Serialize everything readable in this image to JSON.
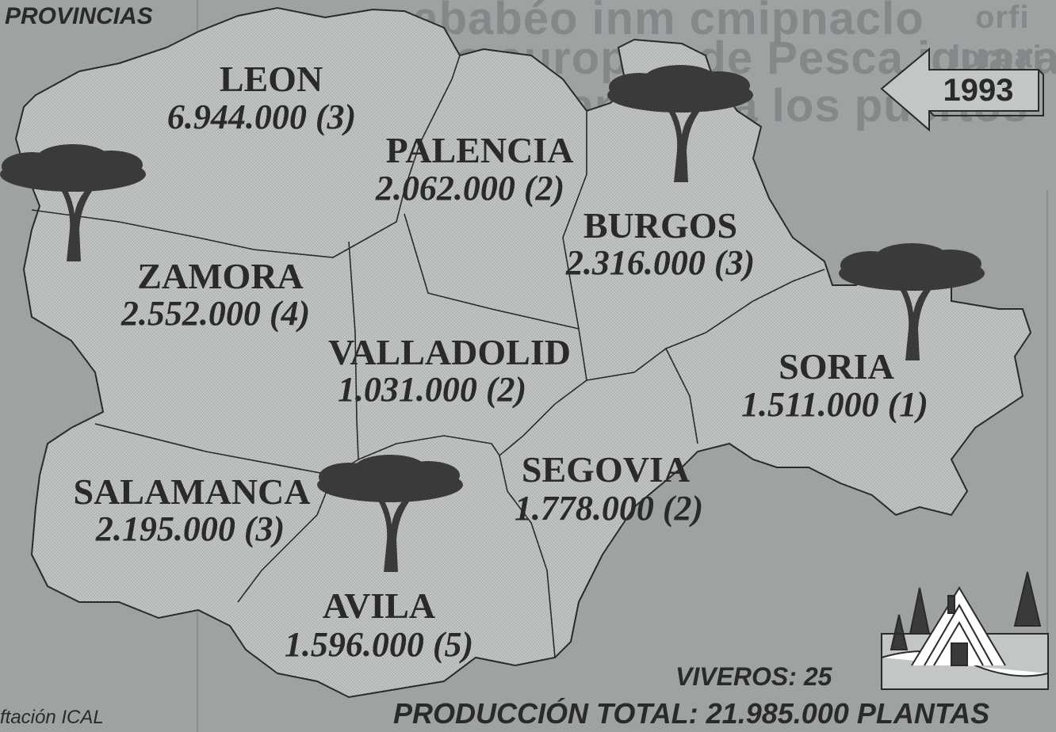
{
  "map": {
    "title": "PROVINCIAS",
    "year": "1993",
    "provinces": [
      {
        "id": "leon",
        "name": "LEON",
        "value": "6.944.000 (3)"
      },
      {
        "id": "palencia",
        "name": "PALENCIA",
        "value": "2.062.000 (2)"
      },
      {
        "id": "burgos",
        "name": "BURGOS",
        "value": "2.316.000 (3)"
      },
      {
        "id": "zamora",
        "name": "ZAMORA",
        "value": "2.552.000 (4)"
      },
      {
        "id": "valladolid",
        "name": "VALLADOLID",
        "value": "1.031.000 (2)"
      },
      {
        "id": "soria",
        "name": "SORIA",
        "value": "1.511.000 (1)"
      },
      {
        "id": "salamanca",
        "name": "SALAMANCA",
        "value": "2.195.000 (3)"
      },
      {
        "id": "segovia",
        "name": "SEGOVIA",
        "value": "1.778.000 (2)"
      },
      {
        "id": "avila",
        "name": "AVILA",
        "value": "1.596.000 (5)"
      }
    ],
    "viveros": "VIVEROS: 25",
    "total": "PRODUCCIÓN TOTAL: 21.985.000 PLANTAS",
    "credit": "ftación ICAL",
    "colors": {
      "background": "#9ea2a3",
      "region_fill": "#c3c6c7",
      "ink": "#2a2a2a",
      "tree": "#3a3a3a"
    }
  }
}
